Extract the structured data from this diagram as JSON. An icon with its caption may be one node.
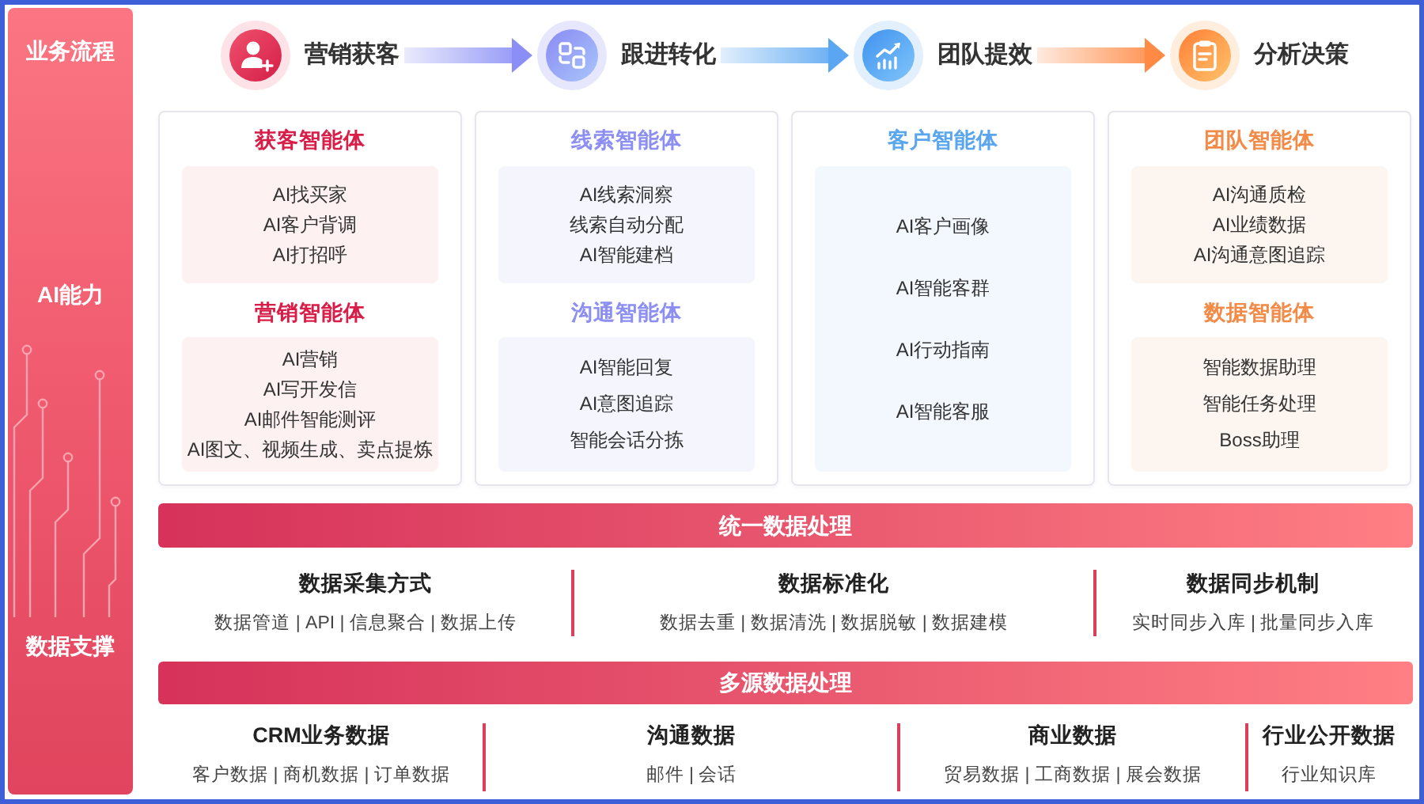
{
  "diagram": {
    "nodes": [
      {
        "text": [
          "业务流程",
          "AI能力",
          "数据支撑"
        ]
      },
      {
        "text": [
          "营销获客"
        ]
      },
      {
        "text": [
          "跟进转化"
        ]
      },
      {
        "text": [
          "团队提效"
        ]
      },
      {
        "text": [
          "分析决策"
        ]
      },
      {
        "text": [],
        "shape": "box"
      },
      {
        "text": [
          "获客智能体",
          "AI找买家",
          "AI客户背调",
          "AI打招呼"
        ],
        "in": 5
      },
      {
        "text": [
          "营销智能体",
          "AI营销",
          "AI写开发信",
          "AI邮件智能测评",
          "AI图文、视频生成、卖点提炼"
        ],
        "in": 5
      },
      {
        "text": [],
        "shape": "box"
      },
      {
        "text": [
          "线索智能体",
          "AI线索洞察",
          "线索自动分配",
          "AI智能建档"
        ],
        "in": 8
      },
      {
        "text": [
          "沟通智能体",
          "AI智能回复",
          "AI意图追踪",
          "智能会话分拣"
        ],
        "in": 8
      },
      {
        "text": [],
        "shape": "box"
      },
      {
        "text": [
          "客户智能体",
          "AI客户画像",
          "AI智能客群",
          "AI行动指南",
          "AI智能客服"
        ],
        "in": 11
      },
      {
        "text": [],
        "shape": "box"
      },
      {
        "text": [
          "团队智能体",
          "AI沟通质检",
          "AI业绩数据",
          "AI沟通意图追踪"
        ],
        "in": 13
      },
      {
        "text": [
          "数据智能体",
          "智能数据助理",
          "智能任务处理",
          "Boss助理"
        ],
        "in": 13
      },
      {
        "text": [
          "统一数据处理"
        ]
      },
      {
        "text": [
          "多源数据处理"
        ]
      }
    ],
    "edges": [
      {
        "from": 1,
        "to": 2,
        "arrow": "to",
        "color": "#8b8ff5"
      },
      {
        "from": 2,
        "to": 3,
        "arrow": "to",
        "color": "#5aa6f2"
      },
      {
        "from": 3,
        "to": 4,
        "arrow": "to",
        "color": "#ff8a45"
      }
    ],
    "labels": [
      "数据采集方式",
      "数据管道 | API | 信息聚合 | 数据上传",
      "数据标准化",
      "数据去重 | 数据清洗 | 数据脱敏 | 数据建模",
      "数据同步机制",
      "实时同步入库 | 批量同步入库",
      "CRM业务数据",
      "客户数据 | 商机数据 | 订单数据",
      "沟通数据",
      "邮件 | 会话",
      "商业数据",
      "贸易数据 | 工商数据 | 展会数据",
      "行业公开数据",
      "行业知识库"
    ]
  }
}
